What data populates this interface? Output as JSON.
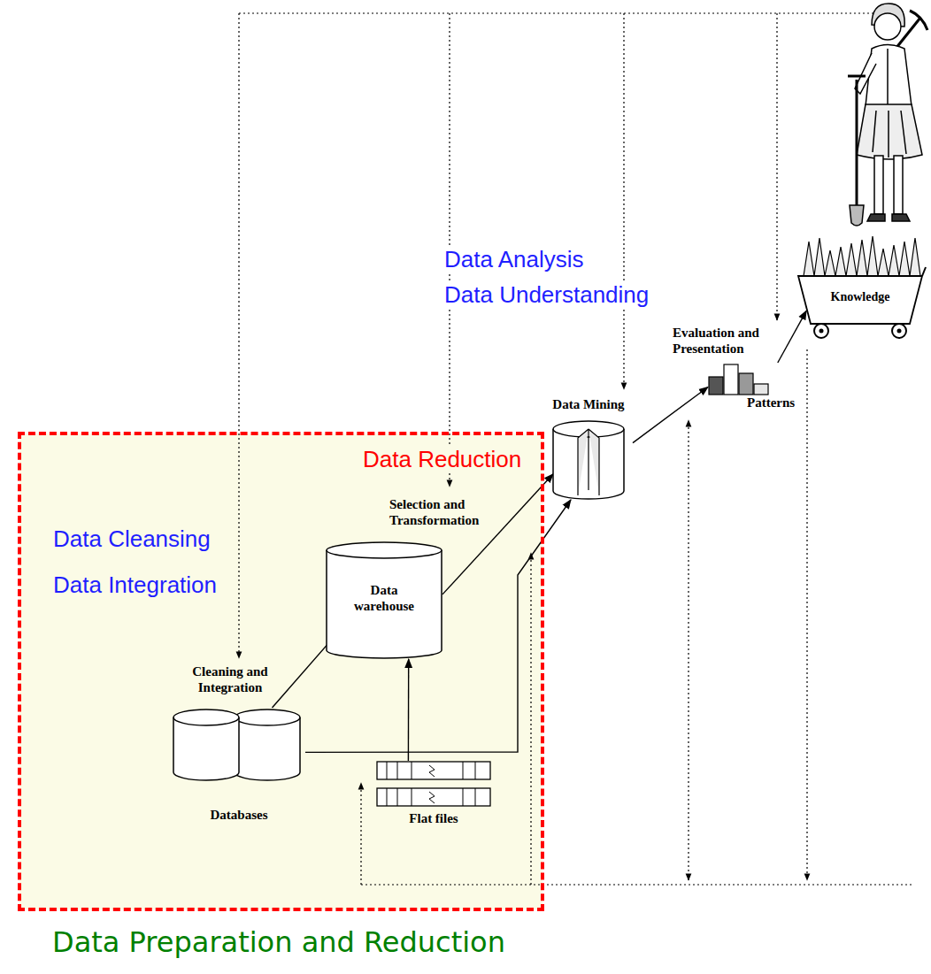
{
  "diagram": {
    "caption": "Data Preparation and Reduction",
    "nodes": [
      {
        "text": [
          "Data Reduction",
          "Data Cleansing",
          "Data Integration"
        ]
      },
      {
        "text": [
          "Databases"
        ],
        "in": 0
      },
      {
        "text": [
          "Flat files"
        ],
        "in": 0
      },
      {
        "text": [
          "Data warehouse"
        ],
        "in": 0
      },
      {
        "text": [
          "Data Mining"
        ]
      },
      {
        "text": [
          "Patterns"
        ]
      },
      {
        "text": [
          "Knowledge"
        ]
      }
    ],
    "edges": [
      {
        "from": 1,
        "to": 3,
        "arrow": "to"
      },
      {
        "from": 2,
        "to": 3,
        "arrow": "to"
      },
      {
        "from": 3,
        "to": 4,
        "arrow": "to"
      },
      {
        "from": 1,
        "to": 4,
        "arrow": "to"
      },
      {
        "from": 4,
        "to": 5,
        "arrow": "to"
      },
      {
        "from": 5,
        "to": 6,
        "arrow": "to"
      }
    ],
    "labels": [
      "Data Analysis",
      "Data Understanding",
      "Cleaning and Integration",
      "Selection and Transformation",
      "Evaluation and Presentation"
    ]
  }
}
